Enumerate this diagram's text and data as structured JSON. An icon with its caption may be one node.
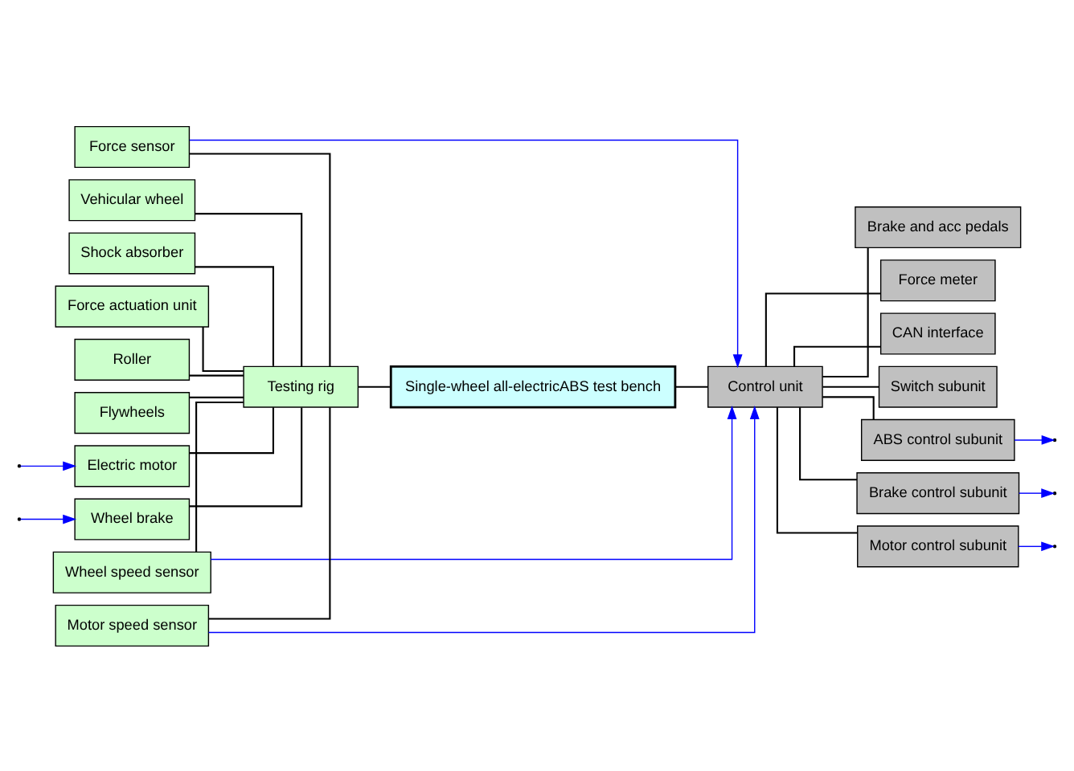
{
  "diagram": {
    "nodes": [
      {
        "text": [
          "Single-wheel all-electricABS test bench"
        ]
      },
      {
        "text": [
          "Testing rig"
        ]
      },
      {
        "text": [
          "Control unit"
        ]
      },
      {
        "text": [
          "Vehicular wheel"
        ]
      },
      {
        "text": [
          "Shock absorber"
        ]
      },
      {
        "text": [
          "Force actuation unit"
        ]
      },
      {
        "text": [
          "Roller"
        ]
      },
      {
        "text": [
          "Flywheels"
        ]
      },
      {
        "text": [
          "Electric motor"
        ]
      },
      {
        "text": [
          "Wheel brake"
        ]
      },
      {
        "text": [
          "Force sensor"
        ]
      },
      {
        "text": [
          "Wheel speed sensor"
        ]
      },
      {
        "text": [
          "Motor speed sensor"
        ]
      },
      {
        "text": [
          "Brake and acc pedals"
        ]
      },
      {
        "text": [
          "Force meter"
        ]
      },
      {
        "text": [
          "CAN interface"
        ]
      },
      {
        "text": [
          "Switch subunit"
        ]
      },
      {
        "text": [
          "ABS control subunit"
        ]
      },
      {
        "text": [
          "Brake control subunit"
        ]
      },
      {
        "text": [
          "Motor control subunit"
        ]
      }
    ],
    "edges": [
      {
        "from": 0,
        "to": 1,
        "arrow": "none"
      },
      {
        "from": 0,
        "to": 2,
        "arrow": "none"
      },
      {
        "from": 1,
        "to": 3,
        "arrow": "none"
      },
      {
        "from": 1,
        "to": 4,
        "arrow": "none"
      },
      {
        "from": 1,
        "to": 5,
        "arrow": "none"
      },
      {
        "from": 1,
        "to": 6,
        "arrow": "none"
      },
      {
        "from": 1,
        "to": 7,
        "arrow": "none"
      },
      {
        "from": 1,
        "to": 8,
        "arrow": "none"
      },
      {
        "from": 1,
        "to": 9,
        "arrow": "none"
      },
      {
        "from": 1,
        "to": 10,
        "arrow": "none"
      },
      {
        "from": 1,
        "to": 11,
        "arrow": "none"
      },
      {
        "from": 1,
        "to": 12,
        "arrow": "none"
      },
      {
        "from": 2,
        "to": 13,
        "arrow": "none"
      },
      {
        "from": 2,
        "to": 14,
        "arrow": "none"
      },
      {
        "from": 2,
        "to": 15,
        "arrow": "none"
      },
      {
        "from": 2,
        "to": 16,
        "arrow": "none"
      },
      {
        "from": 2,
        "to": 17,
        "arrow": "none"
      },
      {
        "from": 2,
        "to": 18,
        "arrow": "none"
      },
      {
        "from": 2,
        "to": 19,
        "arrow": "none"
      },
      {
        "from": null,
        "to": 8,
        "arrow": "to",
        "color": "#0000ff"
      },
      {
        "from": null,
        "to": 9,
        "arrow": "to",
        "color": "#0000ff"
      },
      {
        "from": 10,
        "to": 2,
        "arrow": "to",
        "color": "#0000ff"
      },
      {
        "from": 11,
        "to": 2,
        "arrow": "to",
        "color": "#0000ff"
      },
      {
        "from": 12,
        "to": 2,
        "arrow": "to",
        "color": "#0000ff"
      },
      {
        "from": 17,
        "to": null,
        "arrow": "to",
        "color": "#0000ff"
      },
      {
        "from": 18,
        "to": null,
        "arrow": "to",
        "color": "#0000ff"
      },
      {
        "from": 19,
        "to": null,
        "arrow": "to",
        "color": "#0000ff"
      }
    ]
  }
}
